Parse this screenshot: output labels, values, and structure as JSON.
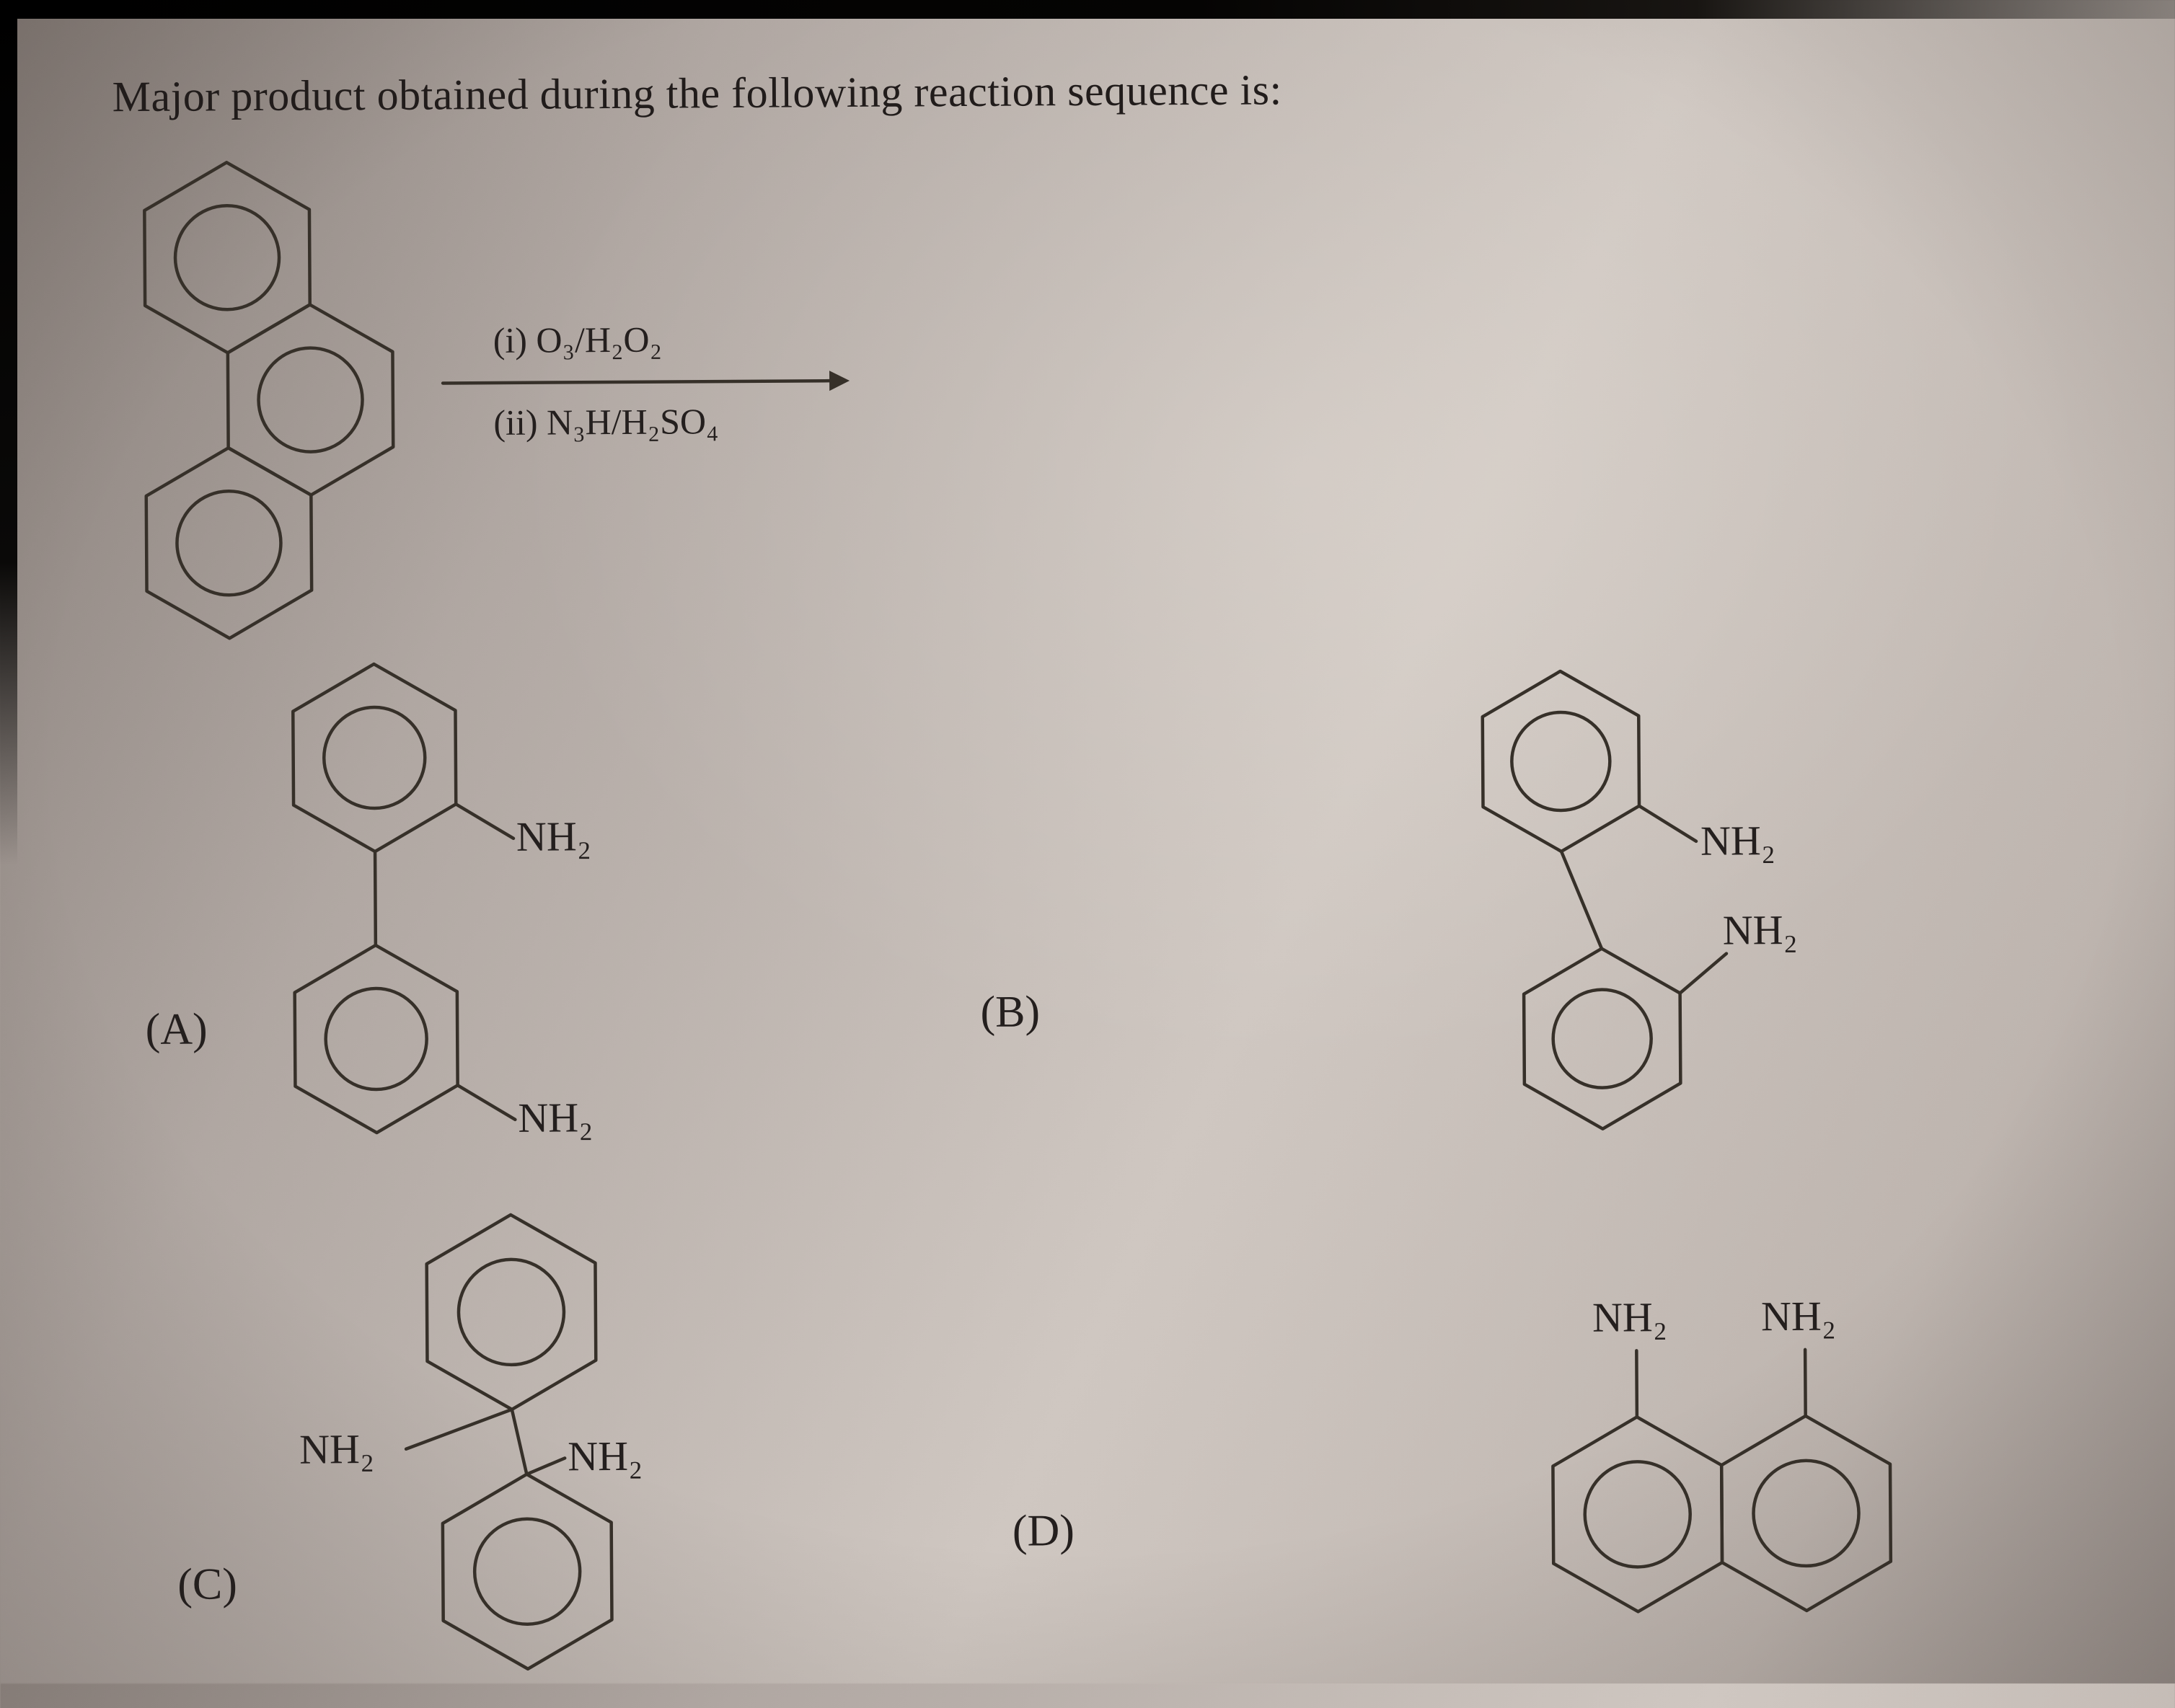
{
  "question": {
    "title": "Major product obtained during the following reaction sequence is:"
  },
  "reaction": {
    "step1": "(i) O₃/H₂O₂",
    "step2": "(ii) N₃H/H₂SO₄"
  },
  "labels": {
    "nh2": "NH₂"
  },
  "options": {
    "a": {
      "label": "(A)"
    },
    "b": {
      "label": "(B)"
    },
    "c": {
      "label": "(C)"
    },
    "d": {
      "label": "(D)"
    }
  }
}
